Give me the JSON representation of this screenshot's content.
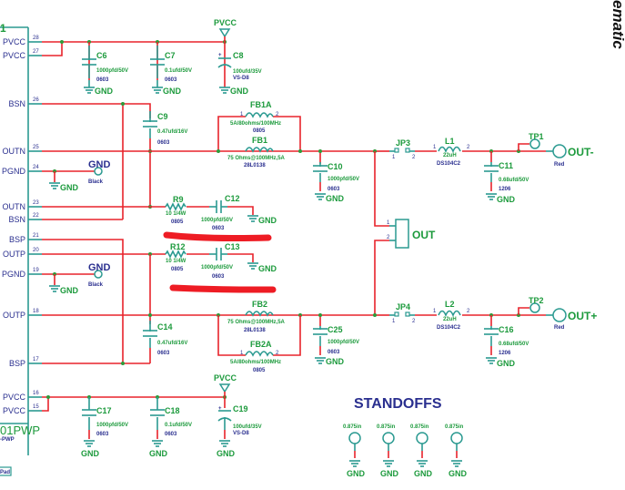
{
  "page": {
    "side_title": "ematic"
  },
  "ic": {
    "ref_partial": "1",
    "part_partial": "01PWP",
    "pkg_partial": "-PWP",
    "pad_label": "Pad",
    "pins": [
      {
        "num": "28",
        "name": "PVCC"
      },
      {
        "num": "27",
        "name": "PVCC"
      },
      {
        "num": "26",
        "name": "BSN"
      },
      {
        "num": "25",
        "name": "OUTN"
      },
      {
        "num": "24",
        "name": "PGND"
      },
      {
        "num": "23",
        "name": "OUTN"
      },
      {
        "num": "22",
        "name": "BSN"
      },
      {
        "num": "21",
        "name": "BSP"
      },
      {
        "num": "20",
        "name": "OUTP"
      },
      {
        "num": "19",
        "name": "PGND"
      },
      {
        "num": "18",
        "name": "OUTP"
      },
      {
        "num": "17",
        "name": "BSP"
      },
      {
        "num": "16",
        "name": "PVCC"
      },
      {
        "num": "15",
        "name": "PVCC"
      }
    ]
  },
  "power": {
    "pvcc": "PVCC",
    "gnd": "GND"
  },
  "components": {
    "C6": {
      "ref": "C6",
      "value": "1000pfd/50V",
      "package": "0603"
    },
    "C7": {
      "ref": "C7",
      "value": "0.1ufd/50V",
      "package": "0603"
    },
    "C8": {
      "ref": "C8",
      "value": "100ufd/35V",
      "package": "VS-D8",
      "polarity": "+"
    },
    "C9": {
      "ref": "C9",
      "value": "0.47ufd/16V",
      "package": "0603"
    },
    "FB1A": {
      "ref": "FB1A",
      "value": "5A/80ohms/100MHz",
      "package": "0805",
      "pin1": "1",
      "pin2": "2"
    },
    "FB1": {
      "ref": "FB1",
      "value": "75 Ohms@100MHz,5A",
      "package": "28L0138"
    },
    "C10": {
      "ref": "C10",
      "value": "1000pfd/50V",
      "package": "0603"
    },
    "JP3": {
      "ref": "JP3",
      "pin1": "1",
      "pin2": "2"
    },
    "L1": {
      "ref": "L1",
      "value": "22uH",
      "package": "DS104C2",
      "pin1": "1",
      "pin2": "2"
    },
    "C11": {
      "ref": "C11",
      "value": "0.68ufd/50V",
      "package": "1206"
    },
    "TP1": {
      "ref": "TP1"
    },
    "OUTM": {
      "label": "OUT-",
      "color": "Red"
    },
    "GND_TP1": {
      "label": "GND",
      "color": "Black"
    },
    "R9": {
      "ref": "R9",
      "value": "10 1/4W",
      "package": "0805"
    },
    "C12": {
      "ref": "C12",
      "value": "1000pfd/50V",
      "package": "0603"
    },
    "OUT": {
      "ref": "OUT",
      "pin1": "1",
      "pin2": "2"
    },
    "R12": {
      "ref": "R12",
      "value": "10 1/4W",
      "package": "0805"
    },
    "C13": {
      "ref": "C13",
      "value": "1000pfd/50V",
      "package": "0603"
    },
    "GND_TP2": {
      "label": "GND",
      "color": "Black"
    },
    "C14": {
      "ref": "C14",
      "value": "0.47ufd/16V",
      "package": "0603"
    },
    "FB2": {
      "ref": "FB2",
      "value": "75 Ohms@100MHz,5A",
      "package": "28L0138"
    },
    "FB2A": {
      "ref": "FB2A",
      "value": "5A/80ohms/100MHz",
      "package": "0805",
      "pin1": "1",
      "pin2": "2"
    },
    "C25": {
      "ref": "C25",
      "value": "1000pfd/50V",
      "package": "0603"
    },
    "JP4": {
      "ref": "JP4",
      "pin1": "1",
      "pin2": "2"
    },
    "L2": {
      "ref": "L2",
      "value": "22uH",
      "package": "DS104C2",
      "pin1": "1",
      "pin2": "2"
    },
    "C16": {
      "ref": "C16",
      "value": "0.68ufd/50V",
      "package": "1206"
    },
    "TP2": {
      "ref": "TP2"
    },
    "OUTP": {
      "label": "OUT+",
      "color": "Red"
    },
    "C17": {
      "ref": "C17",
      "value": "1000pfd/50V",
      "package": "0603"
    },
    "C18": {
      "ref": "C18",
      "value": "0.1ufd/50V",
      "package": "0603"
    },
    "C19": {
      "ref": "C19",
      "value": "100ufd/35V",
      "package": "VS-D8",
      "polarity": "+"
    }
  },
  "standoffs": {
    "title": "STANDOFFS",
    "items": [
      {
        "size": "0.875in",
        "net": "GND"
      },
      {
        "size": "0.875in",
        "net": "GND"
      },
      {
        "size": "0.875in",
        "net": "GND"
      },
      {
        "size": "0.875in",
        "net": "GND"
      }
    ]
  },
  "colors": {
    "wire": "#e8232b",
    "part": "#2b9a91",
    "ref_text": "#1c9a3c",
    "pkg_text": "#2a2f8f",
    "markup": "#ee1c24"
  }
}
